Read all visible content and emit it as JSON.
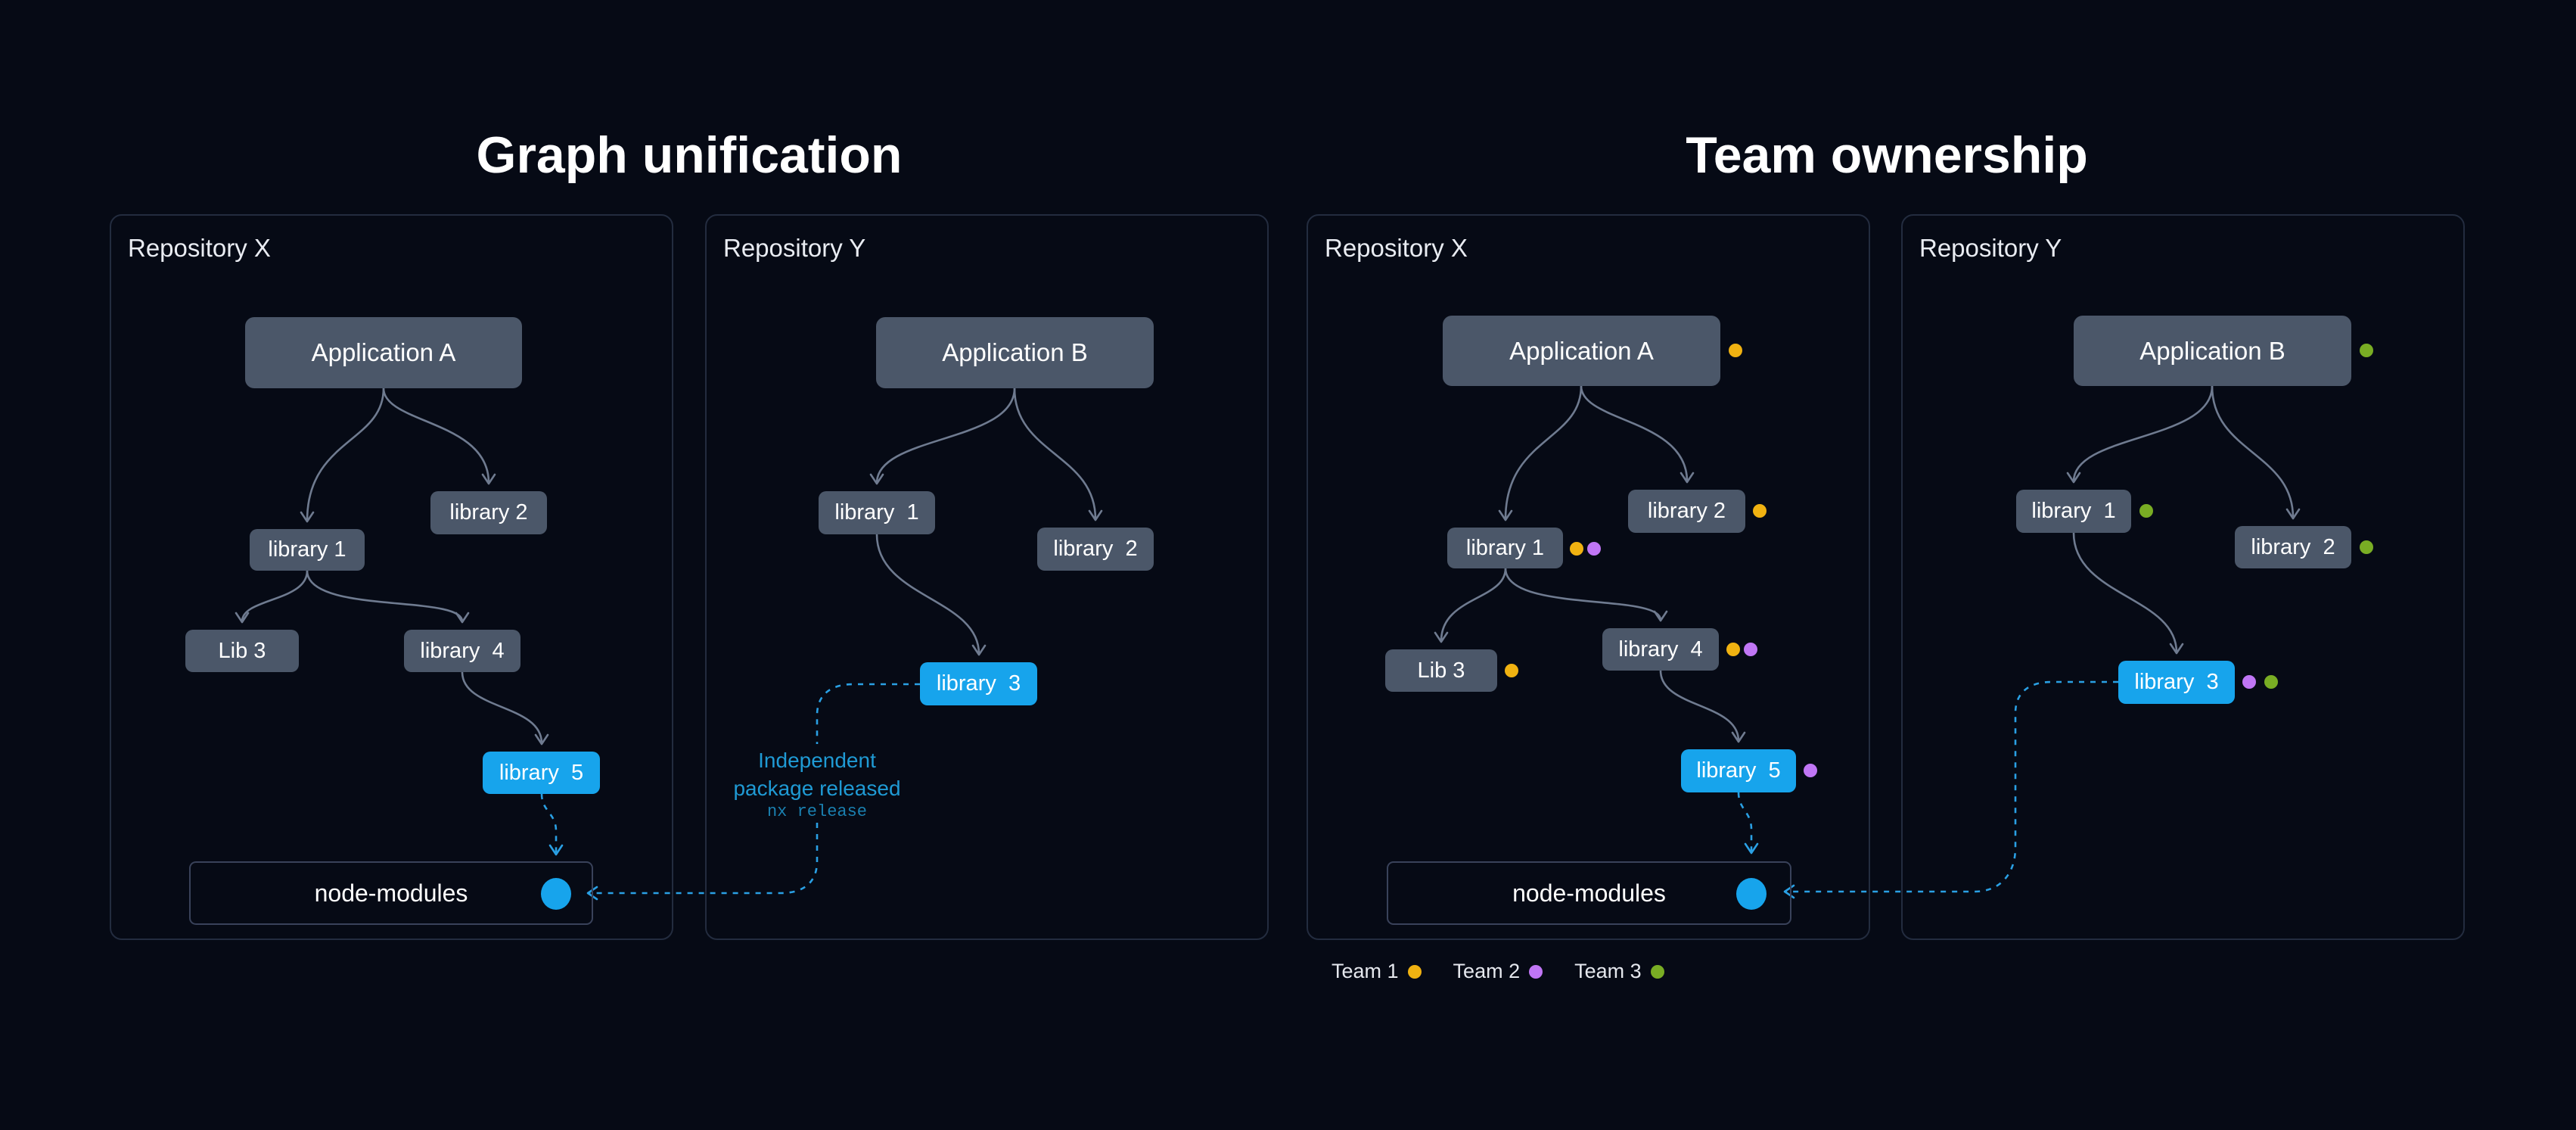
{
  "titles": {
    "left": "Graph unification",
    "right": "Team ownership"
  },
  "panels": [
    {
      "label": "Repository X",
      "nodes": {
        "app": "Application A",
        "lib1": "library 1",
        "lib2": "library 2",
        "lib3": "Lib 3",
        "lib4": "library  4",
        "lib5": "library  5",
        "node_modules": "node-modules"
      }
    },
    {
      "label": "Repository Y",
      "nodes": {
        "app": "Application B",
        "lib1": "library  1",
        "lib2": "library  2",
        "lib3": "library  3"
      },
      "annotation": {
        "line1": "Independent",
        "line2": "package released",
        "command": "nx release"
      }
    },
    {
      "label": "Repository X",
      "nodes": {
        "app": "Application A",
        "lib1": "library 1",
        "lib2": "library 2",
        "lib3": "Lib 3",
        "lib4": "library  4",
        "lib5": "library  5",
        "node_modules": "node-modules"
      }
    },
    {
      "label": "Repository Y",
      "nodes": {
        "app": "Application B",
        "lib1": "library  1",
        "lib2": "library  2",
        "lib3": "library  3"
      }
    }
  ],
  "legend": [
    {
      "label": "Team 1",
      "color": "#f0b211"
    },
    {
      "label": "Team 2",
      "color": "#c076f5"
    },
    {
      "label": "Team 3",
      "color": "#79ad24"
    }
  ],
  "colors": {
    "background": "#060a15",
    "panel_border": "#232c3f",
    "node_gray": "#4b5769",
    "node_blue": "#17a4ec",
    "wire_gray": "#6f7b90",
    "dashed_blue": "#2aa0e4",
    "annotation_blue": "#1f9ad4",
    "command_blue": "#1a80b0",
    "team1": "#f0b211",
    "team2": "#c076f5",
    "team3": "#79ad24"
  }
}
